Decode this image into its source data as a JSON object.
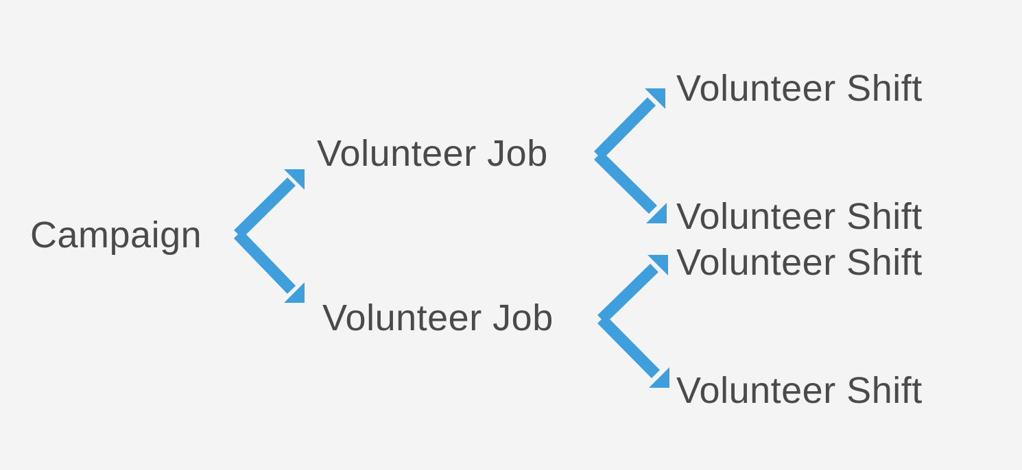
{
  "diagram": {
    "root": {
      "label": "Campaign"
    },
    "jobs": [
      {
        "label": "Volunteer Job",
        "shifts": [
          "Volunteer Shift",
          "Volunteer Shift"
        ]
      },
      {
        "label": "Volunteer Job",
        "shifts": [
          "Volunteer Shift",
          "Volunteer Shift"
        ]
      }
    ]
  },
  "colors": {
    "background": "#f4f4f4",
    "arrow": "#3f9fdc",
    "text": "#4a4a4a"
  }
}
